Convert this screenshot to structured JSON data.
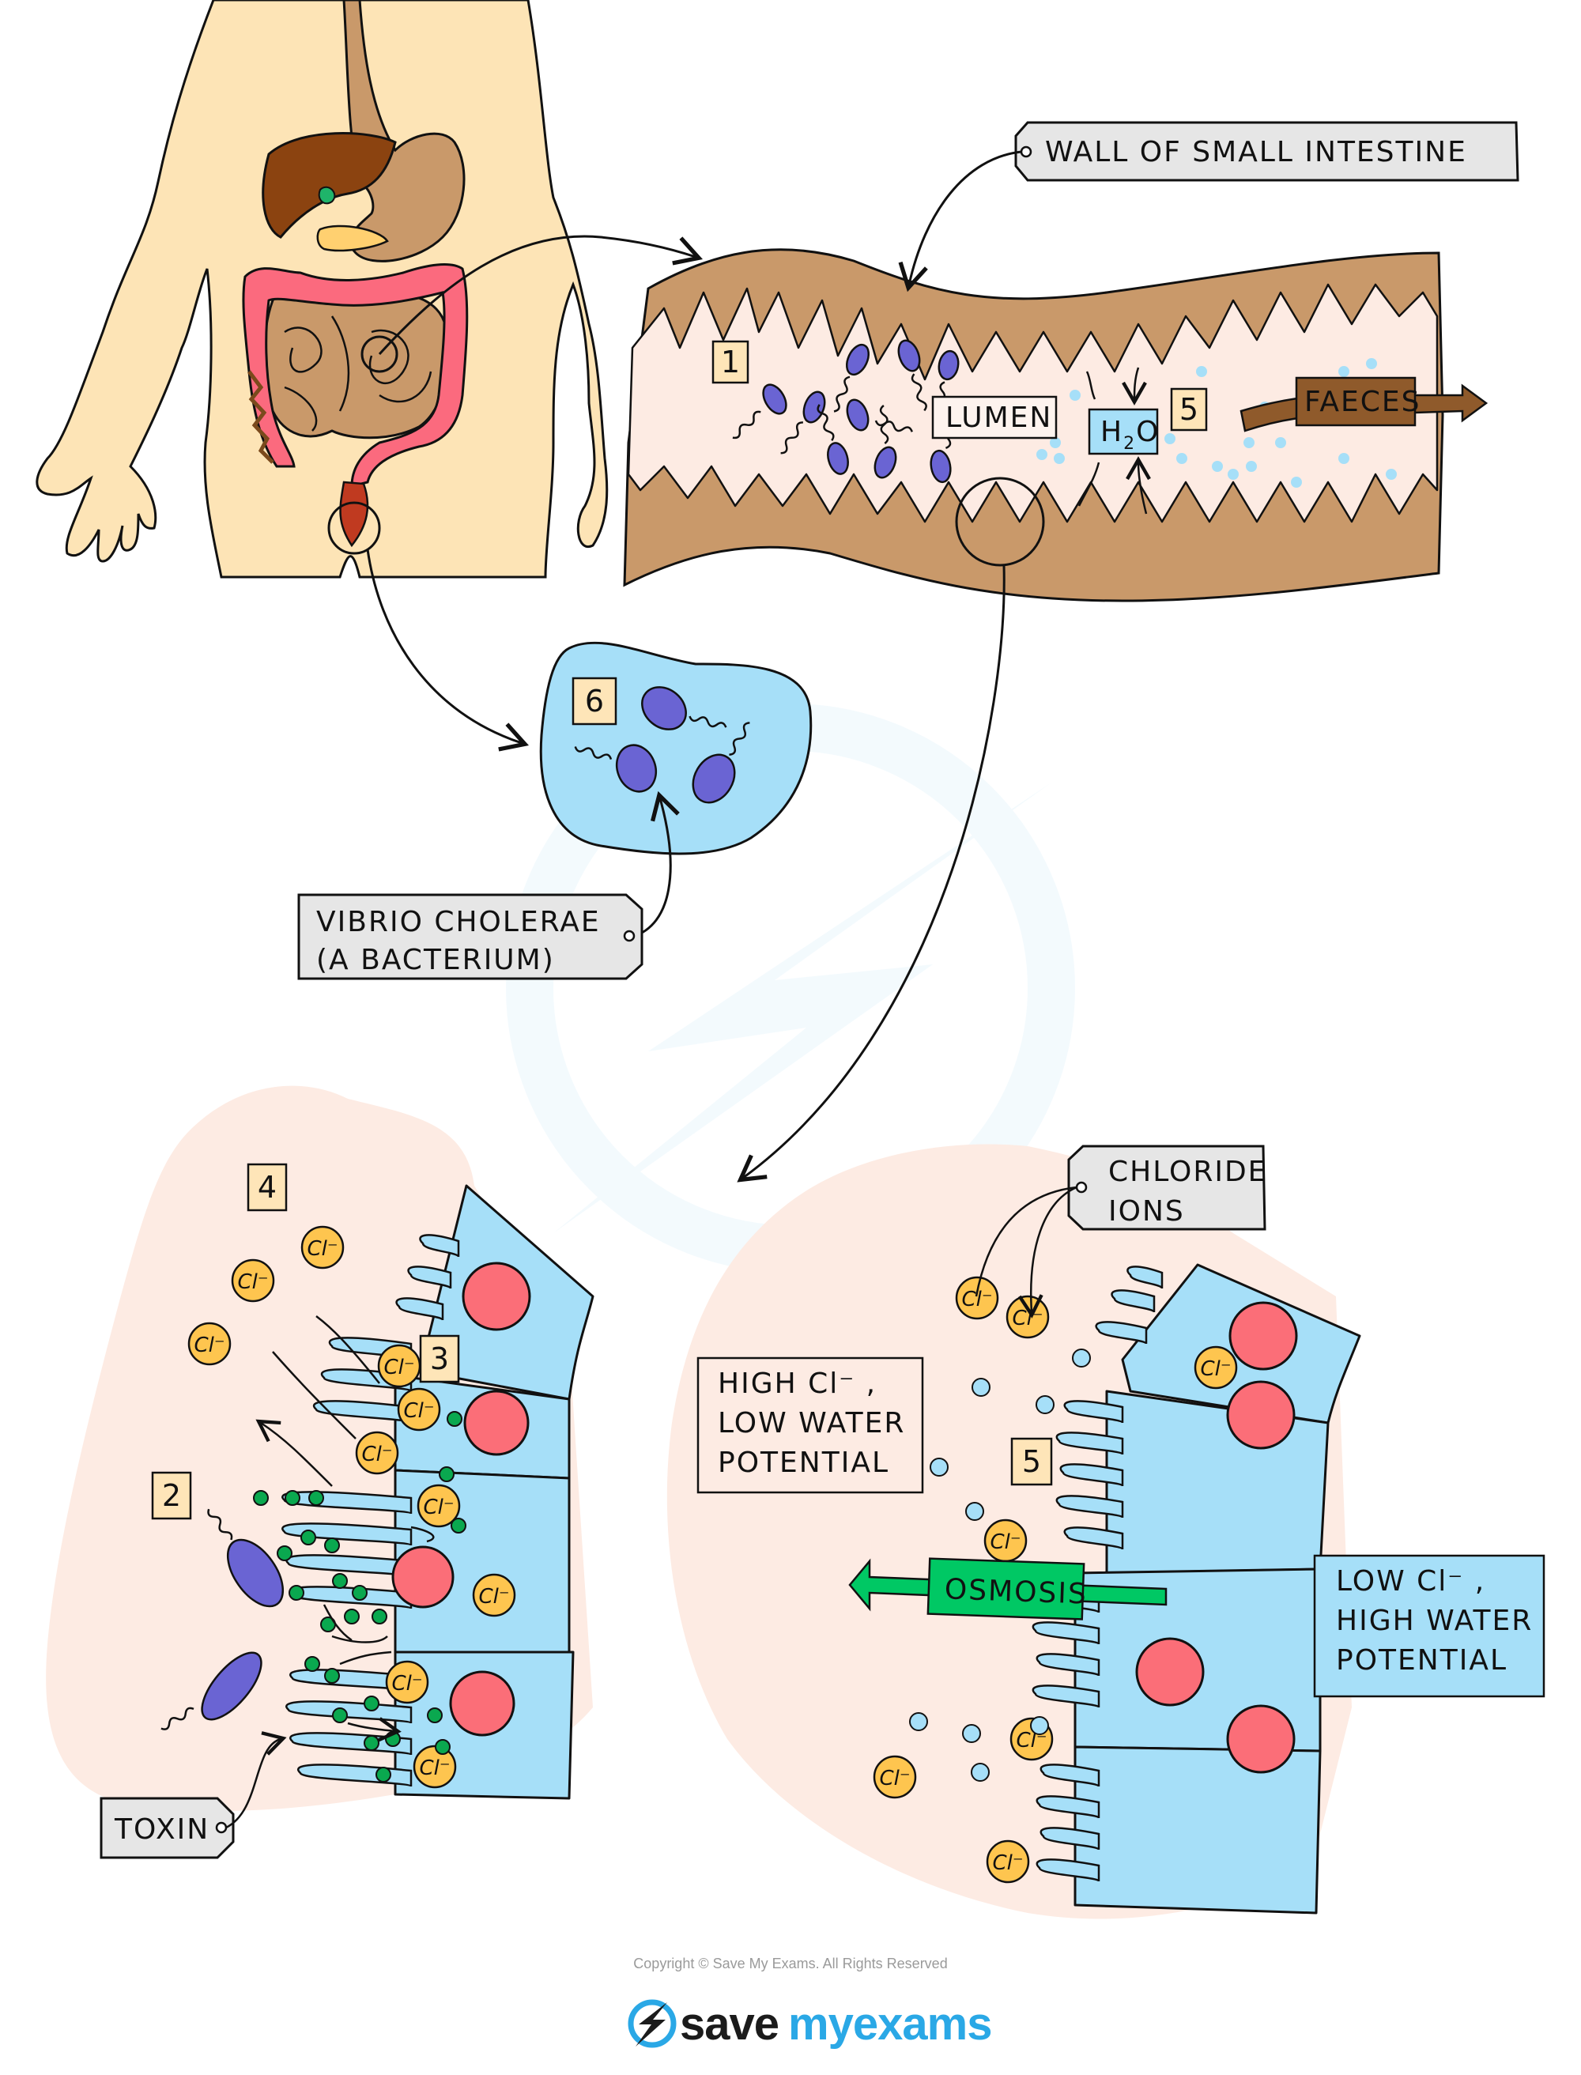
{
  "title": "Cholera infection of the small intestine",
  "colors": {
    "skin": "#fde4b6",
    "gut_tan": "#c9996a",
    "colon_pink": "#fb6a7e",
    "liver": "#8b4310",
    "lumen_bg": "#fdebe3",
    "bacterium": "#6a64d3",
    "cell_blue": "#a6dff8",
    "nucleus": "#fb6e78",
    "chloride": "#fec54f",
    "toxin": "#0aa84f",
    "water_dot": "#a6dff8",
    "tag_grey": "#e6e6e6",
    "number_box": "#fee5b8",
    "osmosis_green": "#00c864",
    "faeces_brown": "#8f5a2b",
    "logo_blue": "#2aa8e6"
  },
  "labels": {
    "wall_of_small_intestine": "WALL  OF  SMALL  INTESTINE",
    "lumen": "LUMEN",
    "water_h": "H",
    "water_sub": "2",
    "water_o": "O",
    "faeces": "FAECES",
    "vibrio_line1": "VIBRIO  CHOLERAE",
    "vibrio_line2": "(A  BACTERIUM)",
    "toxin": "TOXIN",
    "chloride_line1": "CHLORIDE",
    "chloride_line2": "IONS",
    "high_cl_line1": "HIGH  Cl⁻ ,",
    "high_cl_line2": "LOW  WATER",
    "high_cl_line3": "POTENTIAL",
    "low_cl_line1": "LOW  Cl⁻ ,",
    "low_cl_line2": "HIGH  WATER",
    "low_cl_line3": "POTENTIAL",
    "osmosis": "OSMOSIS",
    "chloride_ion": "Cl⁻"
  },
  "step_numbers": {
    "intestine_step1": "1",
    "intestine_step5": "5",
    "faeces_sample_step6": "6",
    "epithelium_step2": "2",
    "epithelium_step3": "3",
    "epithelium_step4": "4",
    "osmosis_step5": "5"
  },
  "footer": {
    "copyright": "Copyright © Save My Exams. All Rights Reserved",
    "logo_save": "save",
    "logo_my_exams": "myexams"
  }
}
